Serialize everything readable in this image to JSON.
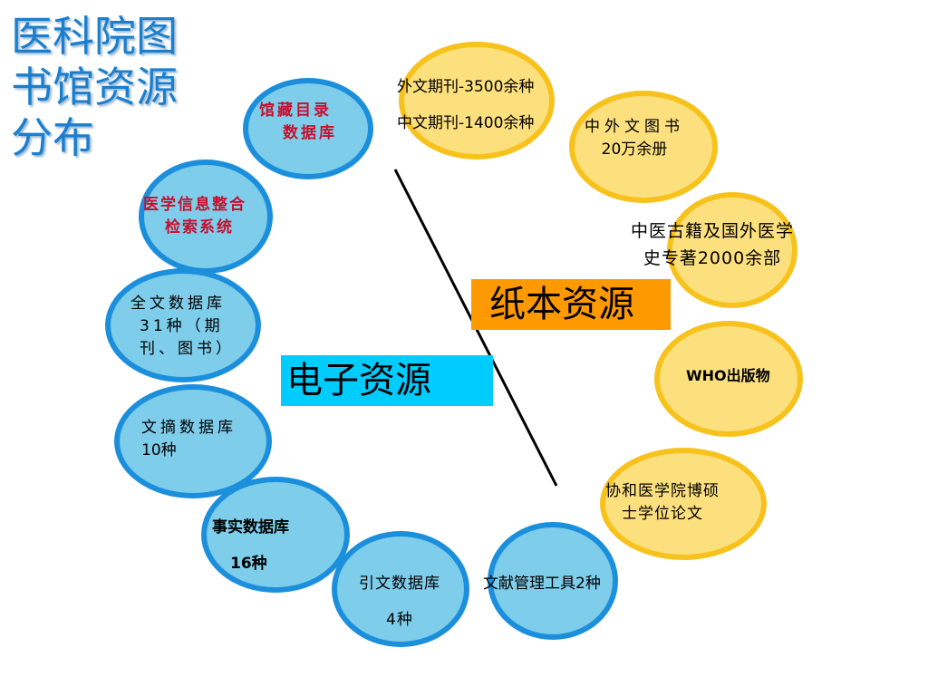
{
  "title": [
    "医科院图",
    "书馆资源",
    "分布"
  ],
  "categories": {
    "electronic": "电子资源",
    "paper": "纸本资源"
  },
  "colors": {
    "title": "#1a7fcf",
    "blue_fill": "#7ecdea",
    "blue_border": "#1c8fdc",
    "yellow_fill": "#fde07e",
    "yellow_border": "#f7c21c",
    "electronic_box": "#00ccff",
    "paper_box": "#ff9900",
    "red_text": "#c8102e"
  },
  "electronic_nodes": [
    {
      "lines": [
        "馆藏目录",
        "数据库"
      ]
    },
    {
      "lines": [
        "医学信息整合",
        "检索系统"
      ]
    },
    {
      "lines": [
        "全文数据库",
        "31种（期",
        "刊、图书）"
      ]
    },
    {
      "lines": [
        "文摘数据库",
        "10种"
      ]
    },
    {
      "lines": [
        "事实数据库",
        "16种"
      ]
    },
    {
      "lines": [
        "引文数据库",
        "4种"
      ]
    },
    {
      "lines": [
        "文献管理工具2种"
      ]
    }
  ],
  "paper_nodes": [
    {
      "lines": [
        "外文期刊-3500余种",
        "中文期刊-1400余种"
      ]
    },
    {
      "lines": [
        "中外文图书",
        "20万余册"
      ]
    },
    {
      "lines": [
        "中医古籍及国外医学",
        "史专著2000余部"
      ]
    },
    {
      "lines": [
        "WHO出版物"
      ]
    },
    {
      "lines": [
        "协和医学院博硕",
        "士学位论文"
      ]
    }
  ]
}
